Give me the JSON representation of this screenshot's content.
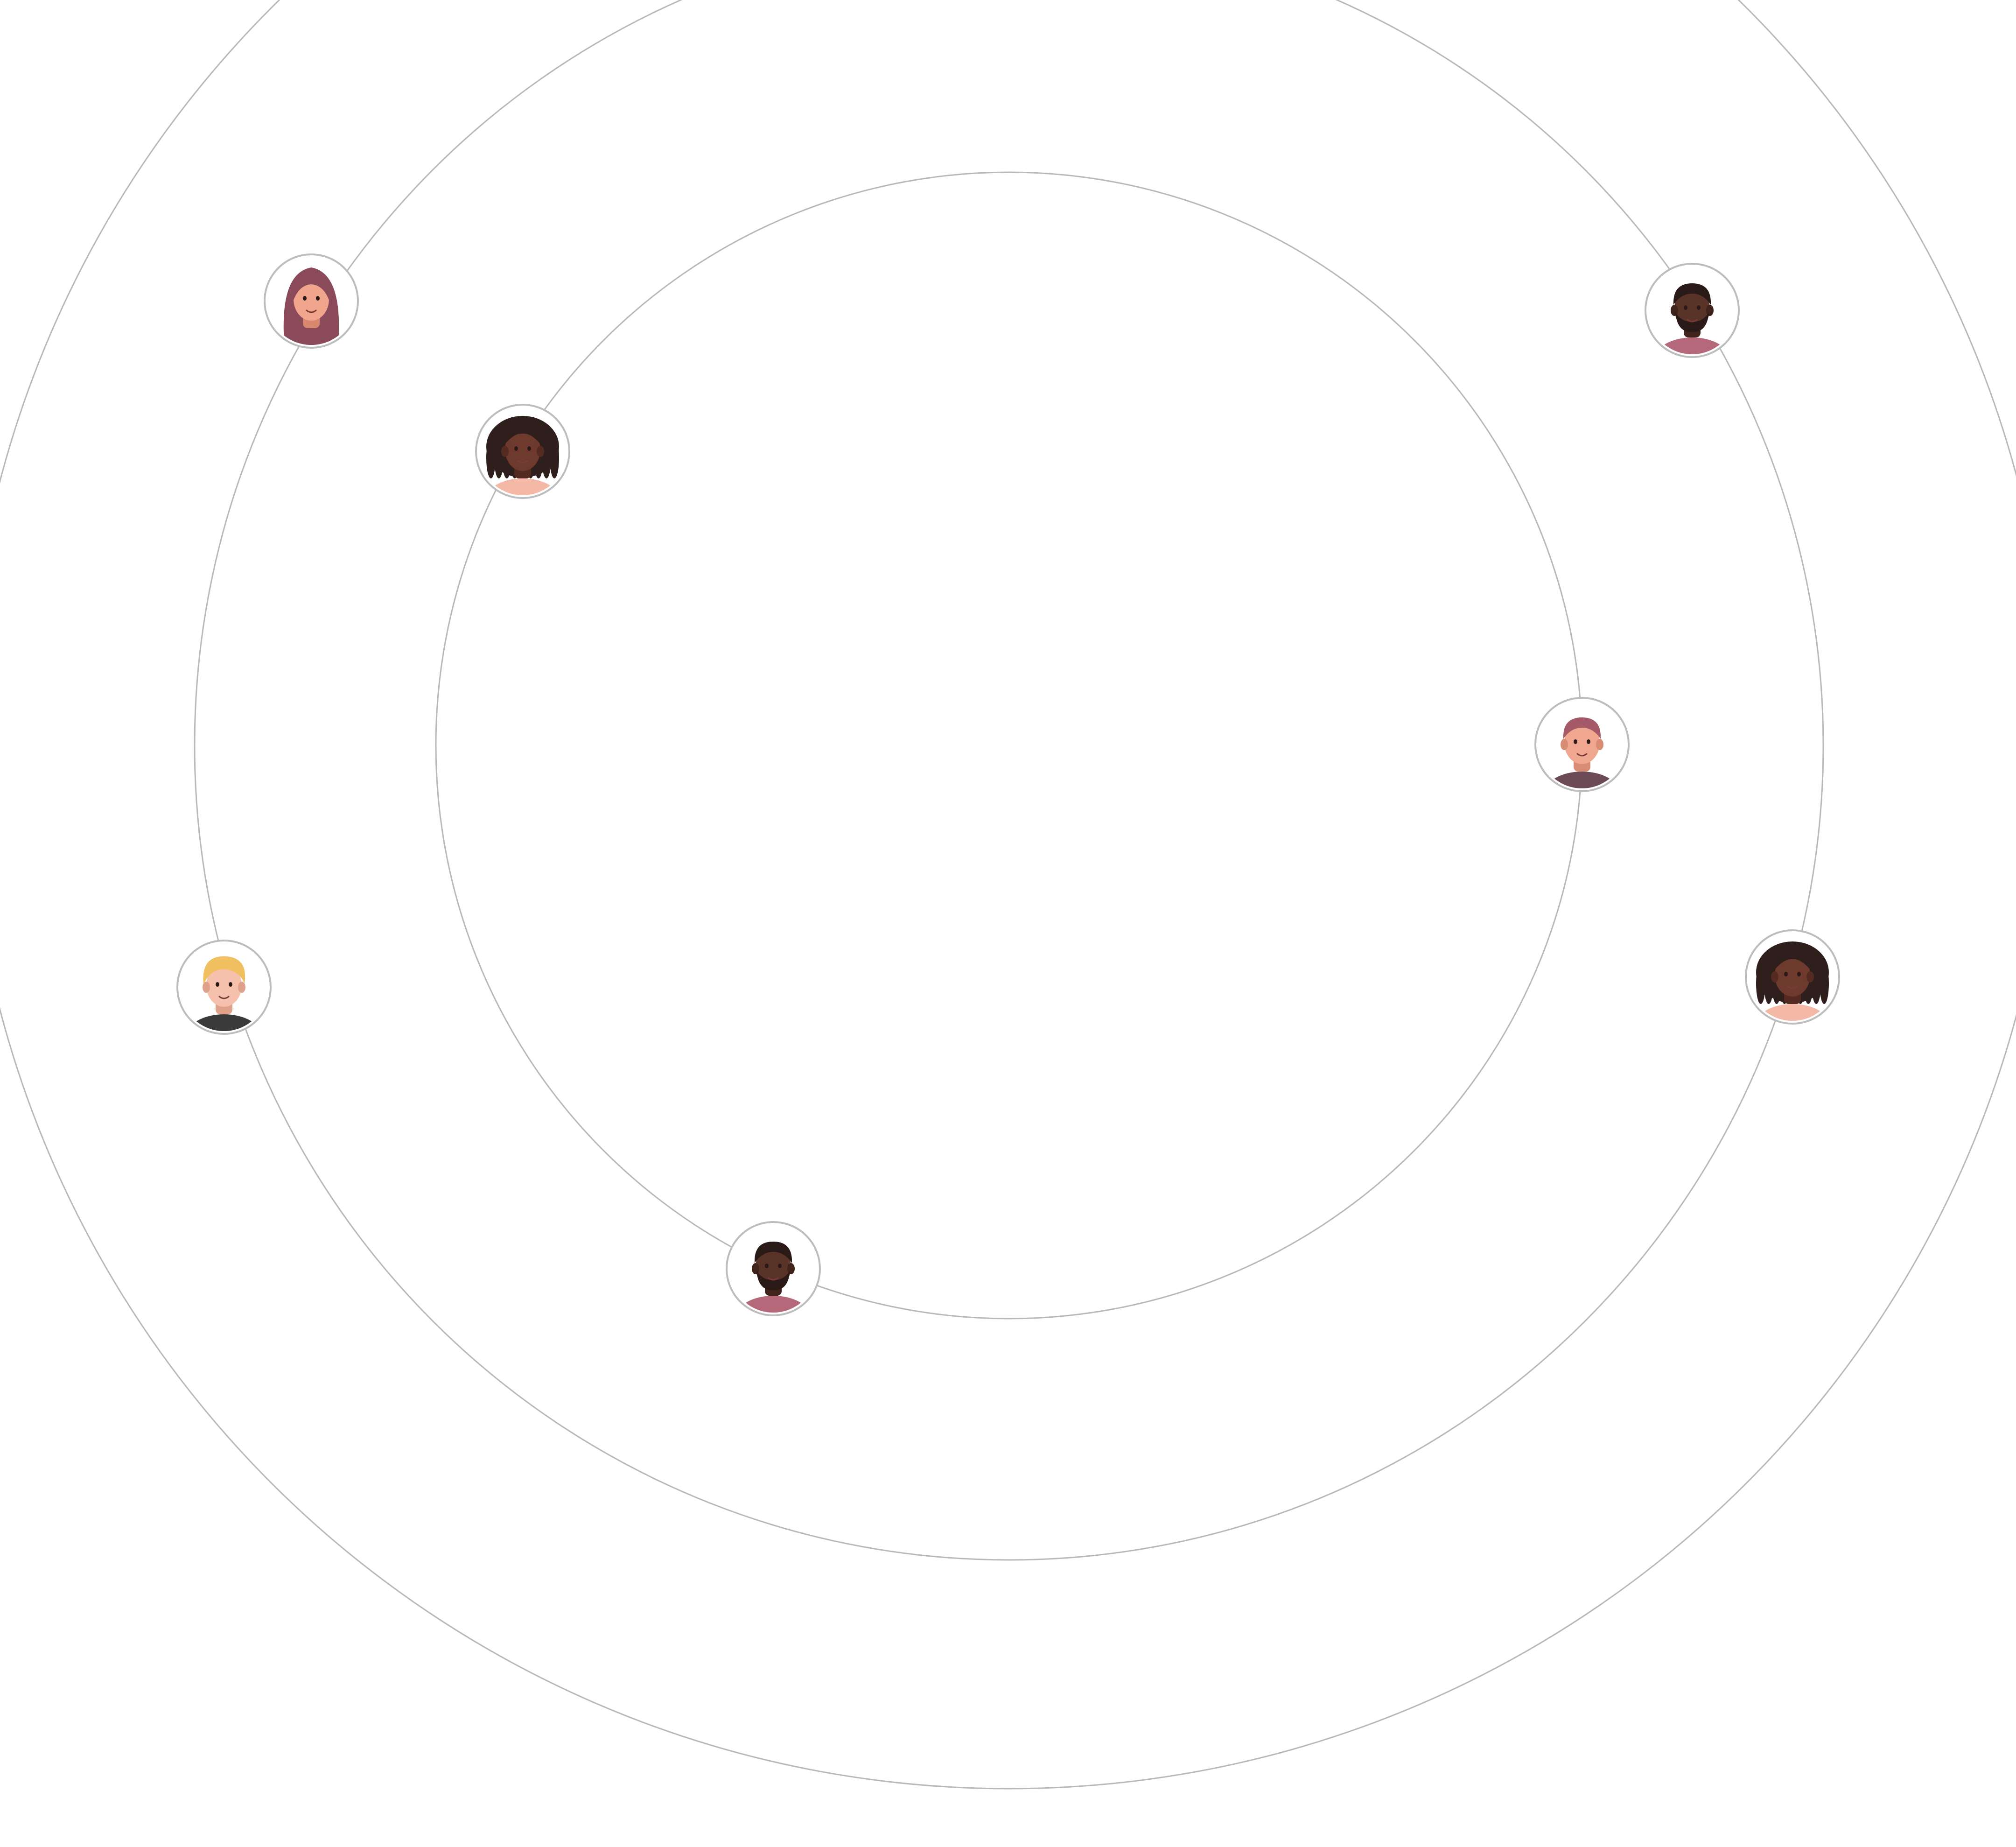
{
  "colors": {
    "background": "#ffffff",
    "ring_stroke": "#b9b9b9",
    "avatar_border": "#bdbdbd",
    "avatar_fill": "#ffffff"
  },
  "avatars": [
    {
      "name": "avatar-hijab-woman",
      "skin": "#f0a58c",
      "skin_shade": "#d9866e",
      "hair": "#8a4a5a",
      "style": "hijab",
      "shirt": "#8a4a5a",
      "beard": false
    },
    {
      "name": "avatar-locs-woman-inner",
      "skin": "#6e3a2e",
      "skin_shade": "#552a21",
      "hair": "#2e1f1d",
      "style": "locs",
      "shirt": "#f3b8a6",
      "beard": false
    },
    {
      "name": "avatar-bearded-man-top-right",
      "skin": "#5a3328",
      "skin_shade": "#40231b",
      "hair": "#2a1a17",
      "style": "short",
      "shirt": "#b4687a",
      "beard": true
    },
    {
      "name": "avatar-pink-hair-man",
      "skin": "#efa88f",
      "skin_shade": "#d88c73",
      "hair": "#a55a6a",
      "style": "short",
      "shirt": "#6b4a55",
      "beard": false
    },
    {
      "name": "avatar-blond-man",
      "skin": "#f5c1ad",
      "skin_shade": "#e0a18b",
      "hair": "#f0c060",
      "style": "blond",
      "shirt": "#3a3a3a",
      "beard": false
    },
    {
      "name": "avatar-locs-woman-outer",
      "skin": "#6e3a2e",
      "skin_shade": "#552a21",
      "hair": "#2e1f1d",
      "style": "locs",
      "shirt": "#f3b8a6",
      "beard": false
    },
    {
      "name": "avatar-bearded-man-bottom",
      "skin": "#5a3328",
      "skin_shade": "#40231b",
      "hair": "#2a1a17",
      "style": "short",
      "shirt": "#b4687a",
      "beard": true
    }
  ]
}
